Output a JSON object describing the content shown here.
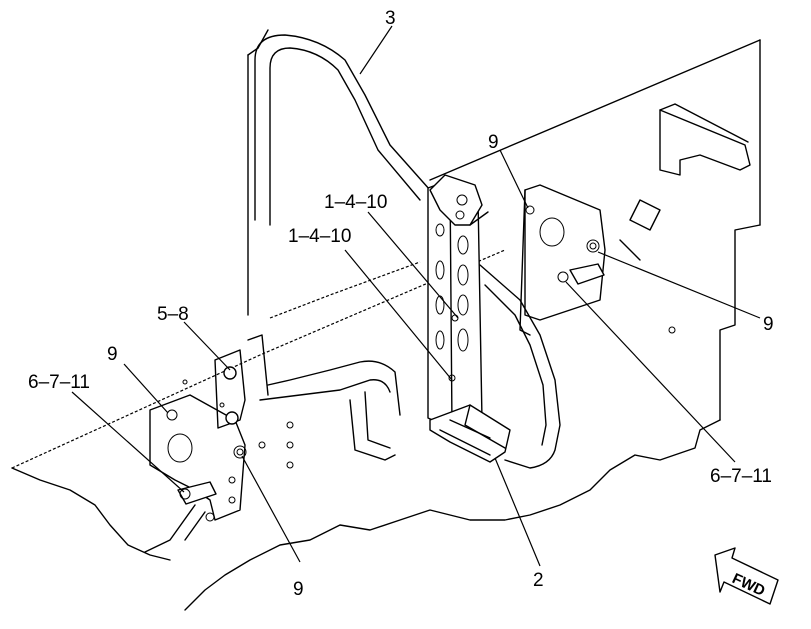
{
  "callouts": [
    {
      "id": "c3",
      "label": "3"
    },
    {
      "id": "c9a",
      "label": "9"
    },
    {
      "id": "c1410a",
      "label": "1–4–10"
    },
    {
      "id": "c1410b",
      "label": "1–4–10"
    },
    {
      "id": "c58",
      "label": "5–8"
    },
    {
      "id": "c9b",
      "label": "9"
    },
    {
      "id": "c6711a",
      "label": "6–7–11"
    },
    {
      "id": "c9c",
      "label": "9"
    },
    {
      "id": "c6711b",
      "label": "6–7–11"
    },
    {
      "id": "c9d",
      "label": "9"
    },
    {
      "id": "c2",
      "label": "2"
    }
  ],
  "direction_arrow": {
    "label": "FWD"
  }
}
